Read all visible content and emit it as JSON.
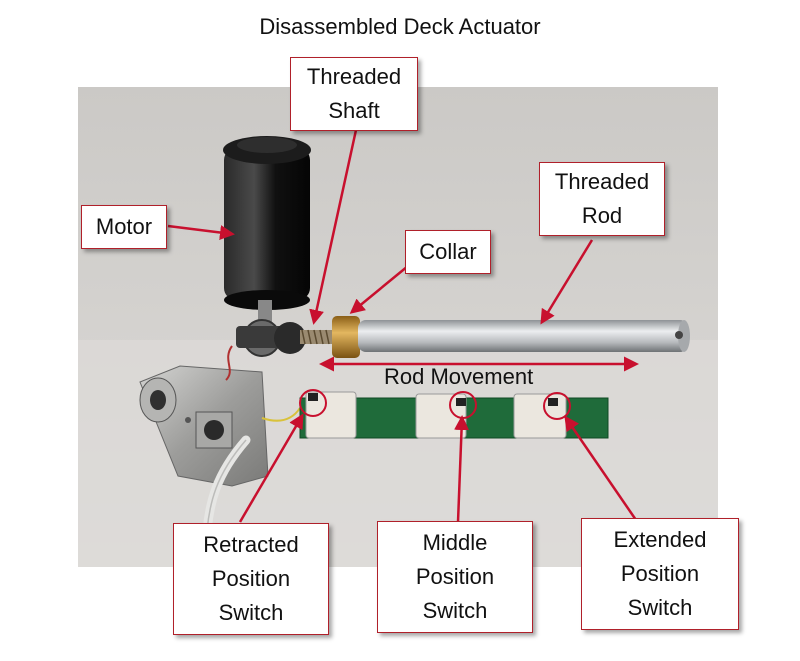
{
  "title": "Disassembled Deck Actuator",
  "labels": {
    "threaded_shaft": [
      "Threaded",
      "Shaft"
    ],
    "threaded_rod": [
      "Threaded",
      "Rod"
    ],
    "motor": [
      "Motor"
    ],
    "collar": [
      "Collar"
    ],
    "rod_movement": "Rod Movement",
    "retracted_switch": [
      "Retracted",
      "Position",
      "Switch"
    ],
    "middle_switch": [
      "Middle",
      "Position",
      "Switch"
    ],
    "extended_switch": [
      "Extended",
      "Position",
      "Switch"
    ]
  },
  "colors": {
    "arrow": "#c8102e",
    "border": "#b0202a",
    "backdrop": "#cfcdca",
    "pcb": "#1f6b3a",
    "motor": "#141414",
    "rod": "#c7c9cc",
    "collar": "#c9962e"
  }
}
